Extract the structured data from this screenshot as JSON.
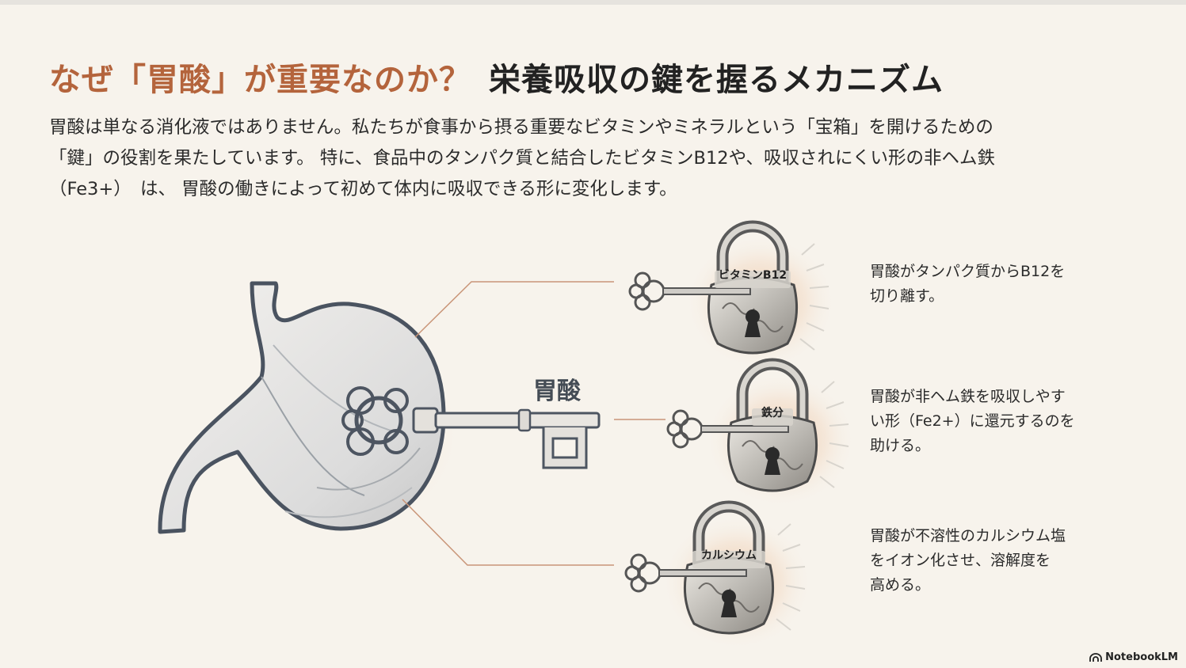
{
  "title": {
    "accent": "なぜ「胃酸」が重要なのか？",
    "main": "栄養吸収の鍵を握るメカニズム"
  },
  "intro": {
    "line1": "胃酸は単なる消化液ではありません。私たちが食事から摂る重要なビタミンやミネラルという「宝箱」を開けるための",
    "line2": "「鍵」の役割を果たしています。 特に、食品中のタンパク質と結合したビタミンB12や、吸収されにくい形の非ヘム鉄",
    "line3": "（Fe3+）　は、 胃酸の働きによって初めて体内に吸収できる形に変化します。"
  },
  "diagram": {
    "key_label": "胃酸",
    "locks": [
      {
        "label": "ビタミンB12",
        "desc_lines": [
          "胃酸がタンパク質からB12を",
          "切り離す。"
        ]
      },
      {
        "label": "鉄分",
        "desc_lines": [
          "胃酸が非ヘム鉄を吸収しやす",
          "い形（Fe2+）に還元するのを",
          "助ける。"
        ]
      },
      {
        "label": "カルシウム",
        "desc_lines": [
          "胃酸が不溶性のカルシウム塩",
          "をイオン化させ、溶解度を",
          "高める。"
        ]
      }
    ]
  },
  "colors": {
    "background": "#f7f3ec",
    "accent": "#b4643c",
    "text": "#222222",
    "line_art": "#4a5360",
    "connector": "#c99578"
  },
  "brand": {
    "label": "NotebookLM"
  }
}
